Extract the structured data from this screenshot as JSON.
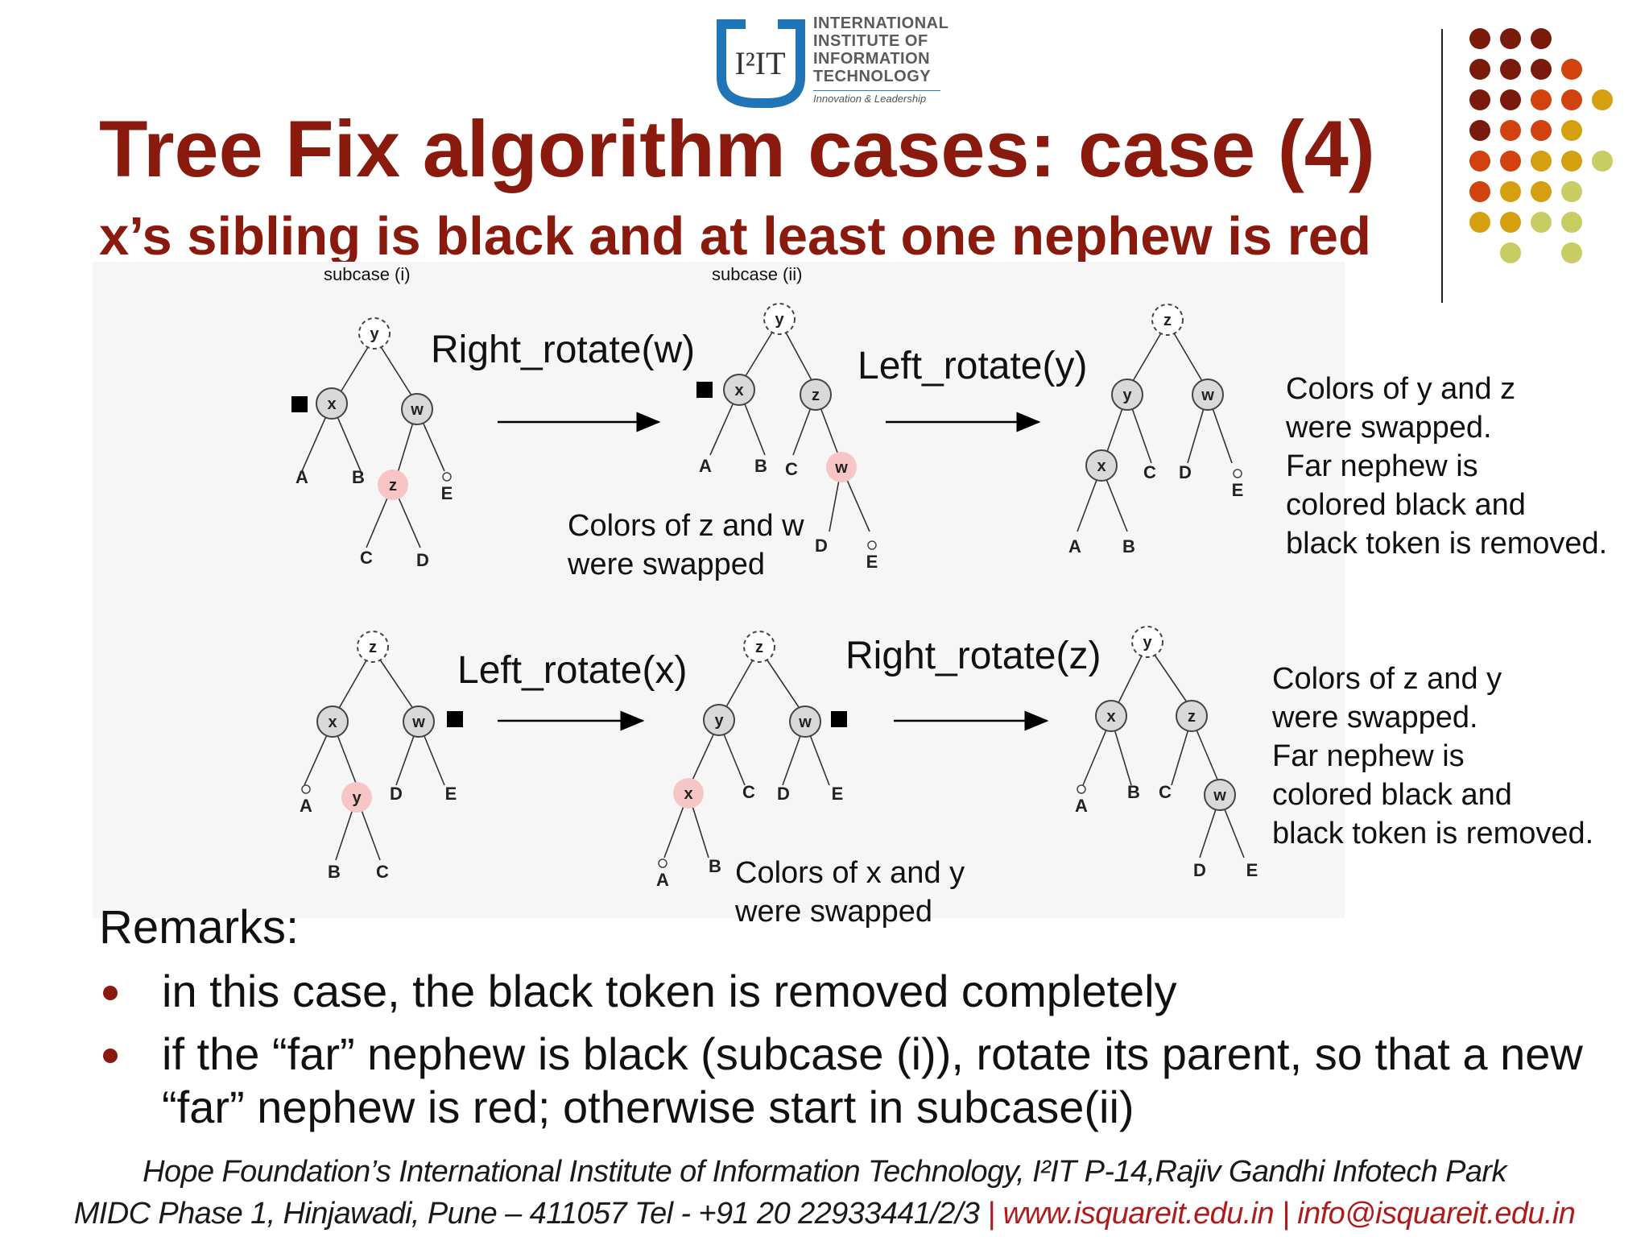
{
  "logo": {
    "mark": "I²IT",
    "lines": [
      "INTERNATIONAL",
      "INSTITUTE OF",
      "INFORMATION",
      "TECHNOLOGY"
    ],
    "tagline": "Innovation & Leadership"
  },
  "title": "Tree Fix algorithm cases: case (4)",
  "subtitle": "x’s sibling is black and at least one nephew is red",
  "diagram": {
    "subcase_labels": [
      "subcase (i)",
      "subcase (ii)"
    ],
    "operations": {
      "top_first": "Right_rotate(w)",
      "top_second": "Left_rotate(y)",
      "bottom_first": "Left_rotate(x)",
      "bottom_second": "Right_rotate(z)"
    },
    "notes": {
      "top_middle": [
        "Colors of z and w",
        "were swapped"
      ],
      "top_right": [
        "Colors of y and z",
        "were swapped.",
        "Far nephew is",
        "colored black and",
        "black token is removed."
      ],
      "bottom_middle": [
        "Colors of x and y",
        "were swapped"
      ],
      "bottom_right": [
        "Colors of z and y",
        "were swapped.",
        "Far nephew is",
        "colored black and",
        "black token is removed."
      ]
    },
    "node_labels": [
      "x",
      "y",
      "z",
      "w"
    ],
    "leaf_labels": [
      "A",
      "B",
      "C",
      "D",
      "E"
    ],
    "colors": {
      "red_node": "#f7c5c5",
      "black_node": "#d9d9d9",
      "arrow": "#000000"
    }
  },
  "remarks": {
    "heading": "Remarks:",
    "items": [
      "in this case, the black token is removed completely",
      "if the “far” nephew is black (subcase (i)), rotate its parent, so that a new “far” nephew is red; otherwise start in subcase(ii)"
    ]
  },
  "footer": {
    "line1": "Hope Foundation’s International Institute of Information Technology, I²IT P-14,Rajiv Gandhi Infotech Park",
    "line2_prefix": "MIDC Phase 1, Hinjawadi, Pune – 411057 Tel - +91 20 22933441/2/3",
    "separator": "|",
    "website": "www.isquareit.edu.in",
    "email": "info@isquareit.edu.in"
  },
  "accent_colors": [
    "#7a1a0c",
    "#d2420f",
    "#d4a010",
    "#c7cc63"
  ]
}
